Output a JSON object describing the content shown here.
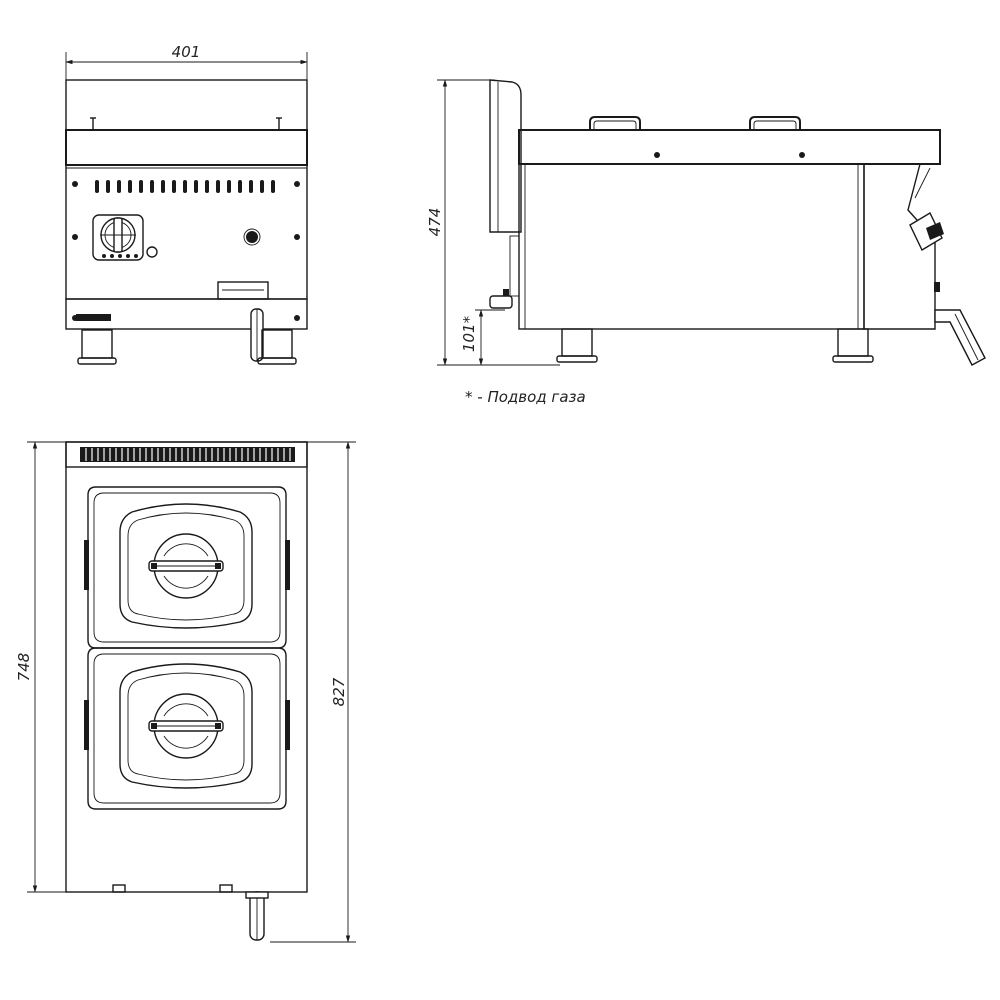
{
  "dimensions": {
    "width": "401",
    "height": "474",
    "gas_height": "101*",
    "depth_body": "748",
    "depth_total": "827"
  },
  "note": "* - Подвод газа"
}
